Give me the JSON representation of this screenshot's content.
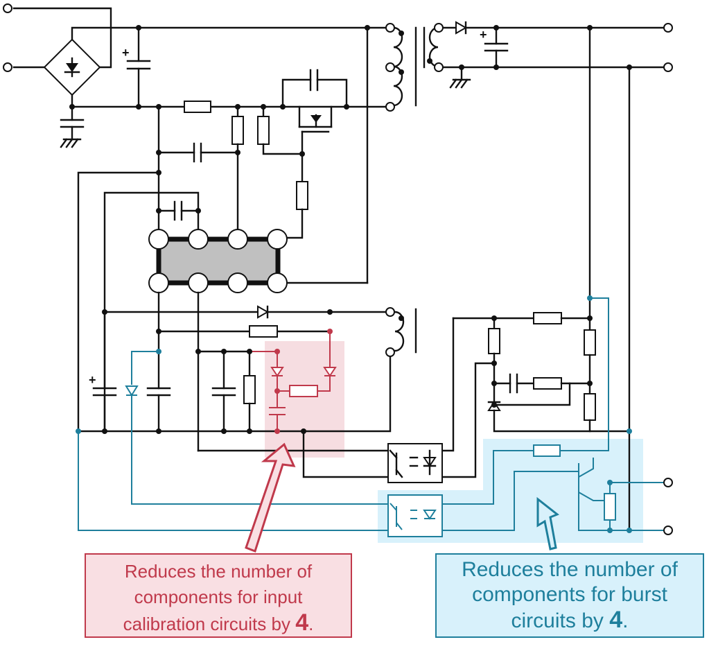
{
  "callouts": {
    "input_calibration": {
      "line1": "Reduces the number of",
      "line2": "components for input",
      "line3_prefix": "calibration circuits by ",
      "count": "4",
      "suffix": "."
    },
    "burst": {
      "line1": "Reduces the number of",
      "line2": "components for burst",
      "line3_prefix": "circuits by ",
      "count": "4",
      "suffix": "."
    }
  },
  "colors": {
    "wire": "#111111",
    "input_highlight": "#c0394b",
    "input_fill": "#f9dfe3",
    "burst_highlight": "#1e7f9c",
    "burst_fill": "#d8f1fb",
    "ic_fill": "#c0c0c0"
  }
}
